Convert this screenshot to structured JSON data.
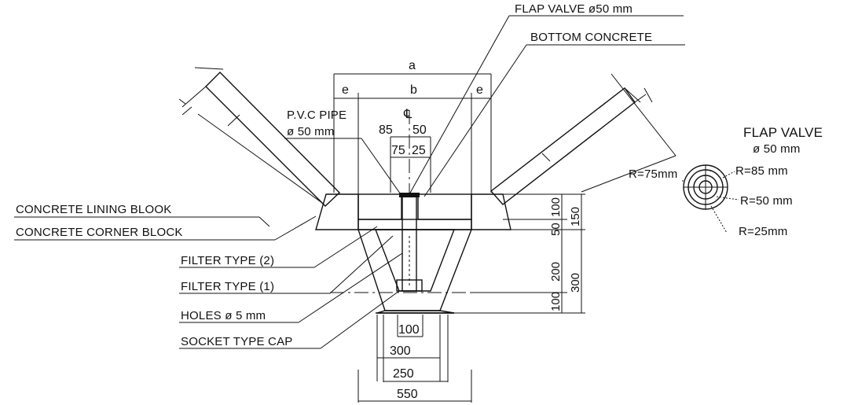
{
  "labels": {
    "flap_valve_top": "FLAP VALVE ø50 mm",
    "bottom_concrete": "BOTTOM CONCRETE",
    "pvc_pipe_1": "P.V.C PIPE",
    "pvc_pipe_2": "ø 50 mm",
    "lining_block": "CONCRETE LINING BLOOK",
    "corner_block": "CONCRETE CORNER BLOCK",
    "filter_2": "FILTER TYPE (2)",
    "filter_1": "FILTER TYPE (1)",
    "holes": "HOLES ø 5 mm",
    "socket_cap": "SOCKET TYPE CAP"
  },
  "dimensions": {
    "a": "a",
    "b": "b",
    "e_left": "e",
    "e_right": "e",
    "centerline": "℄",
    "d85": "85",
    "d50": "50",
    "d75": "75",
    "d25": "25",
    "d100_base": "100",
    "d300": "300",
    "d250": "250",
    "d550": "550",
    "v100": "100",
    "v50": "50",
    "v200": "200",
    "v100b": "100",
    "v150": "150",
    "v300": "300"
  },
  "detail": {
    "title_1": "FLAP VALVE",
    "title_2": "ø 50 mm",
    "r75": "R=75mm",
    "r85": "R=85 mm",
    "r50": "R=50 mm",
    "r25": "R=25mm"
  }
}
